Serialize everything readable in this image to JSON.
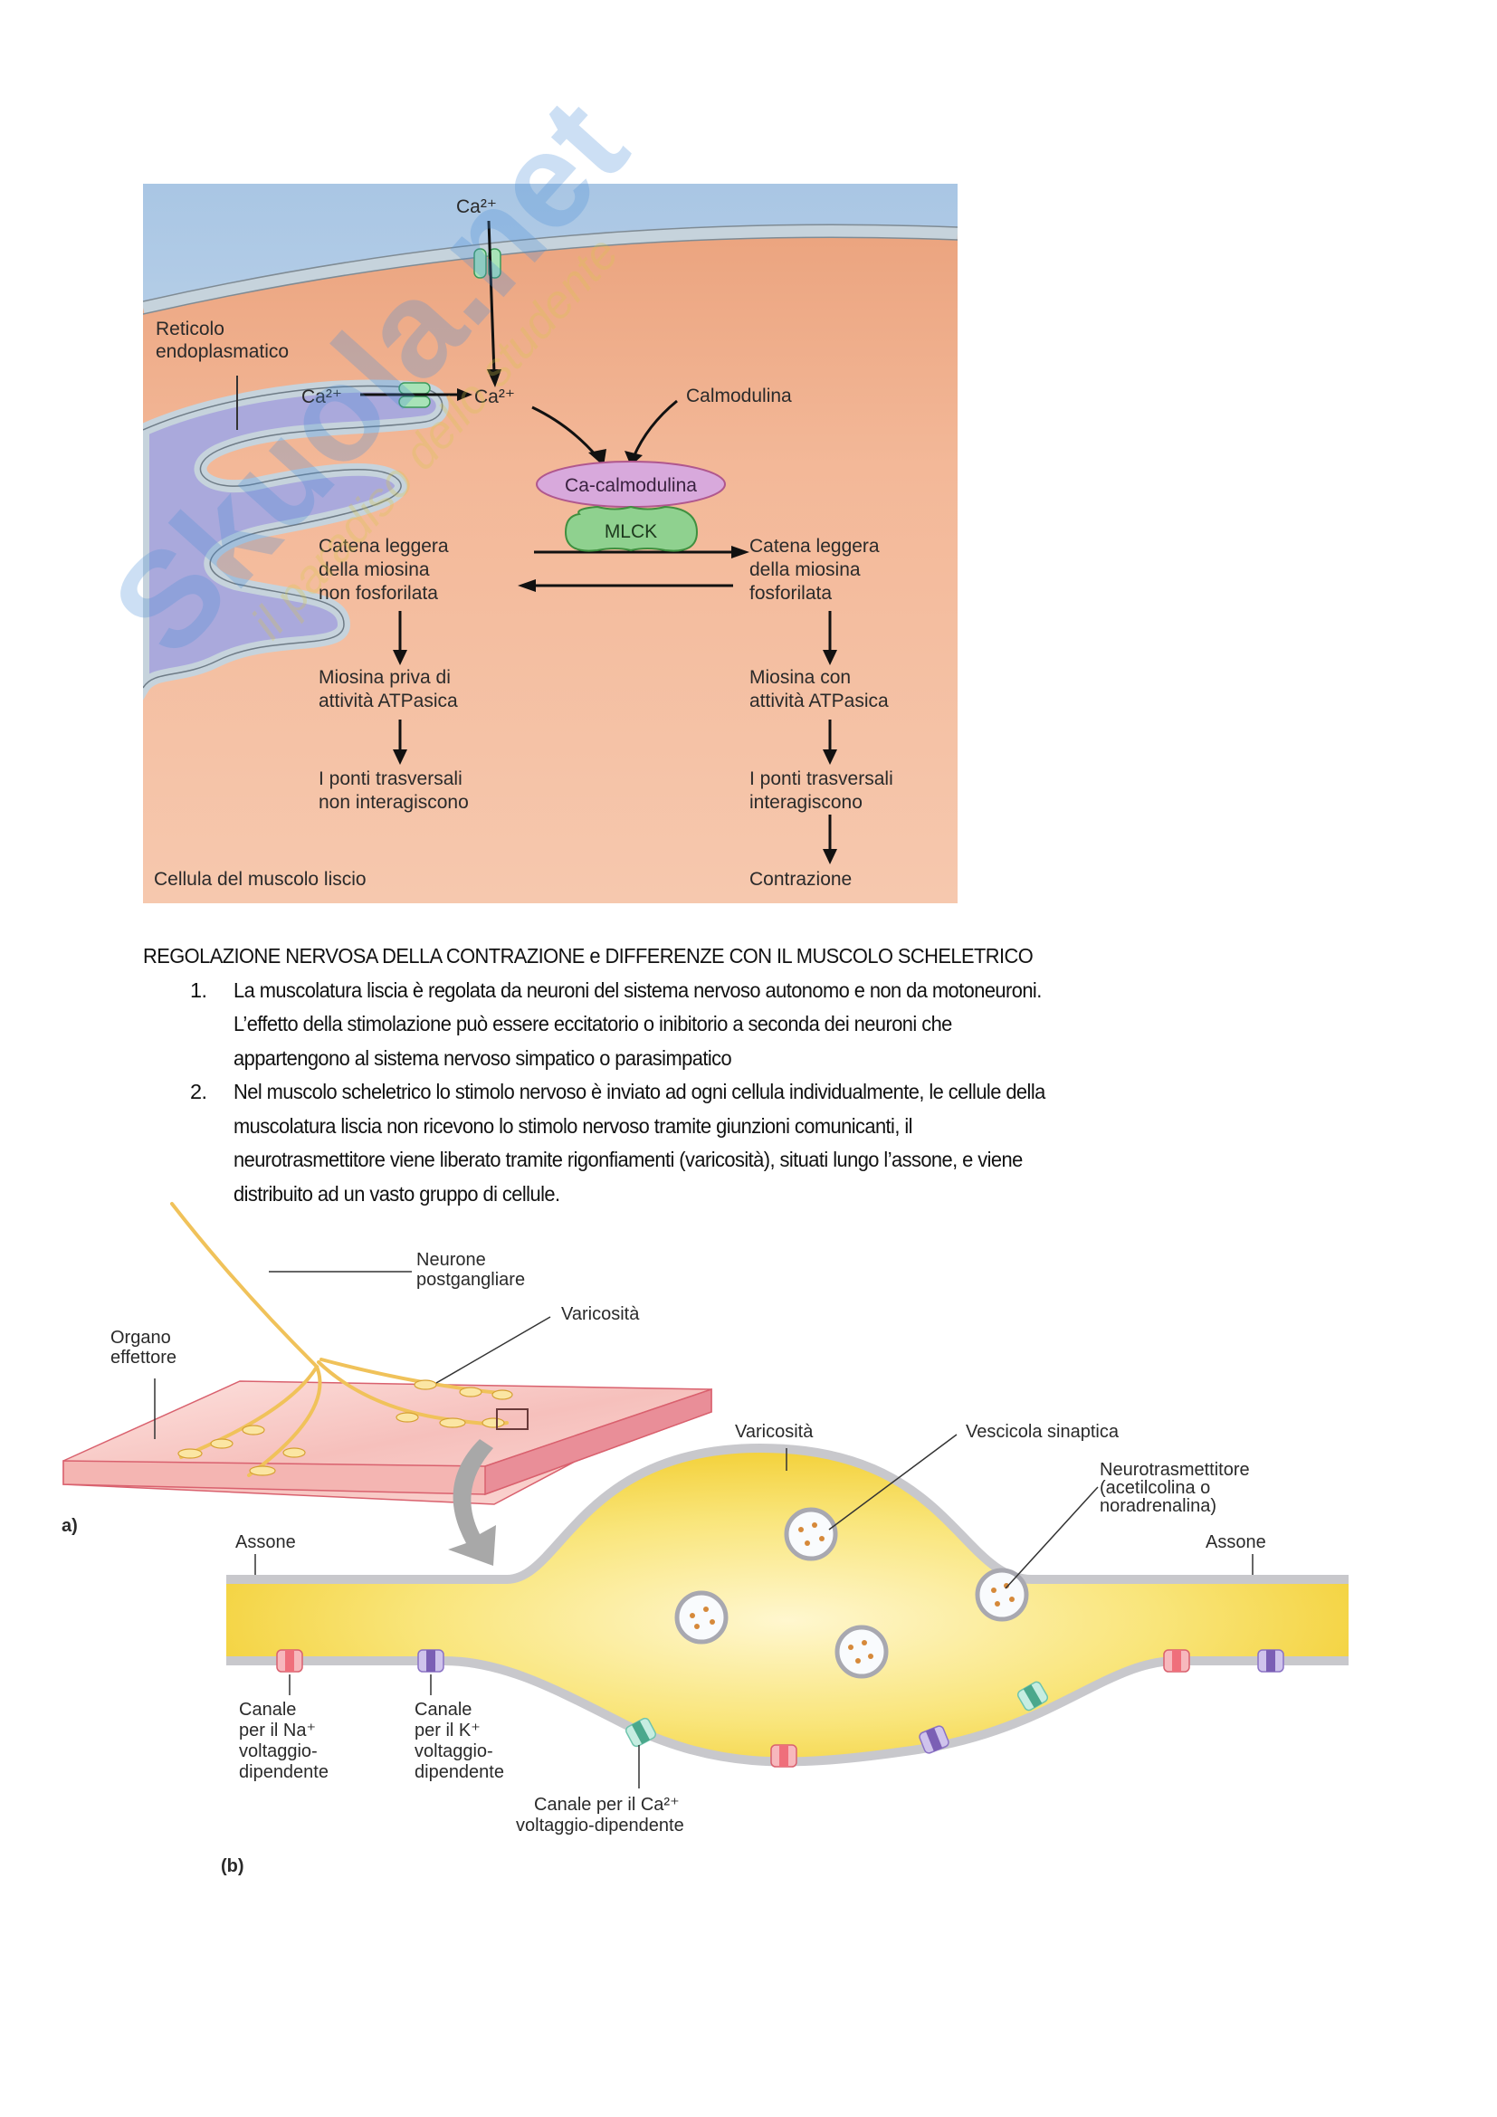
{
  "figure_top": {
    "labels": {
      "ca_extracellular": "Ca²⁺",
      "reticolo": "Reticolo",
      "endoplasmatico": "endoplasmatico",
      "ca_er": "Ca²⁺",
      "ca_cytosol": "Ca²⁺",
      "calmodulina": "Calmodulina",
      "ca_calmodulina": "Ca-calmodulina",
      "mlck": "MLCK",
      "left_chain": [
        "Catena leggera",
        "della miosina",
        "non fosforilata"
      ],
      "right_chain": [
        "Catena leggera",
        "della miosina",
        "fosforilata"
      ],
      "left_myosin": [
        "Miosina priva di",
        "attività ATPasica"
      ],
      "right_myosin": [
        "Miosina con",
        "attività ATPasica"
      ],
      "left_bridges": [
        "I ponti trasversali",
        "non interagiscono"
      ],
      "right_bridges": [
        "I ponti trasversali",
        "interagiscono"
      ],
      "contrazione": "Contrazione",
      "cell_caption": "Cellula del muscolo liscio"
    },
    "colors": {
      "extracellular": "#c9dcef",
      "cytoplasm": "#f2b898",
      "er_lumen": "#a9a8dc",
      "membrane": "#c6d3dc",
      "channel": "#a8e3b8",
      "ca_calmodulina": "#d8a9dc",
      "mlck": "#8fd18f"
    }
  },
  "watermark": {
    "brand": "Skuola.net",
    "tagline": "il paradiso dello studente"
  },
  "document": {
    "heading": "REGOLAZIONE NERVOSA DELLA CONTRAZIONE e DIFFERENZE CON IL MUSCOLO SCHELETRICO",
    "items": [
      {
        "number": "1.",
        "lines": [
          "La muscolatura liscia è regolata da neuroni del sistema nervoso autonomo e non da motoneuroni.",
          "L’effetto della stimolazione può essere eccitatorio o inibitorio a seconda dei neuroni che",
          "appartengono al sistema nervoso simpatico o parasimpatico"
        ]
      },
      {
        "number": "2.",
        "lines": [
          "Nel muscolo scheletrico lo stimolo nervoso è inviato ad ogni cellula individualmente, le cellule della",
          "muscolatura liscia non ricevono lo stimolo nervoso tramite giunzioni comunicanti, il",
          "neurotrasmettitore viene liberato tramite rigonfiamenti (varicosità), situati lungo l’assone, e viene",
          "distribuito ad un vasto gruppo di cellule."
        ]
      }
    ]
  },
  "figure_bottom": {
    "labels": {
      "neurone": [
        "Neurone",
        "postgangliare"
      ],
      "varicosita_a": "Varicosità",
      "organo": [
        "Organo",
        "effettore"
      ],
      "panel_a": "a)",
      "varicosita_b": "Varicosità",
      "vescicola": "Vescicola sinaptica",
      "neurotrasmettitore": [
        "Neurotrasmettitore",
        "(acetilcolina o",
        "noradrenalina)"
      ],
      "assone_left": "Assone",
      "assone_right": "Assone",
      "canale_na": [
        "Canale",
        "per il Na⁺",
        "voltaggio-",
        "dipendente"
      ],
      "canale_k": [
        "Canale",
        "per il K⁺",
        "voltaggio-",
        "dipendente"
      ],
      "canale_ca": [
        "Canale per il Ca²⁺",
        "voltaggio-dipendente"
      ],
      "panel_b": "(b)"
    },
    "colors": {
      "axon": "#f6d63c",
      "axon_light": "#fff6c0",
      "membrane": "#c8c8cc",
      "tissue": "#f7c3c0",
      "tissue_edge": "#d9616e",
      "nerve": "#f0c25a",
      "na_channel": "#ef6f7b",
      "k_channel": "#8a72c4",
      "ca_channel": "#6fc4ad",
      "vesicle_dot": "#d6893a"
    }
  }
}
